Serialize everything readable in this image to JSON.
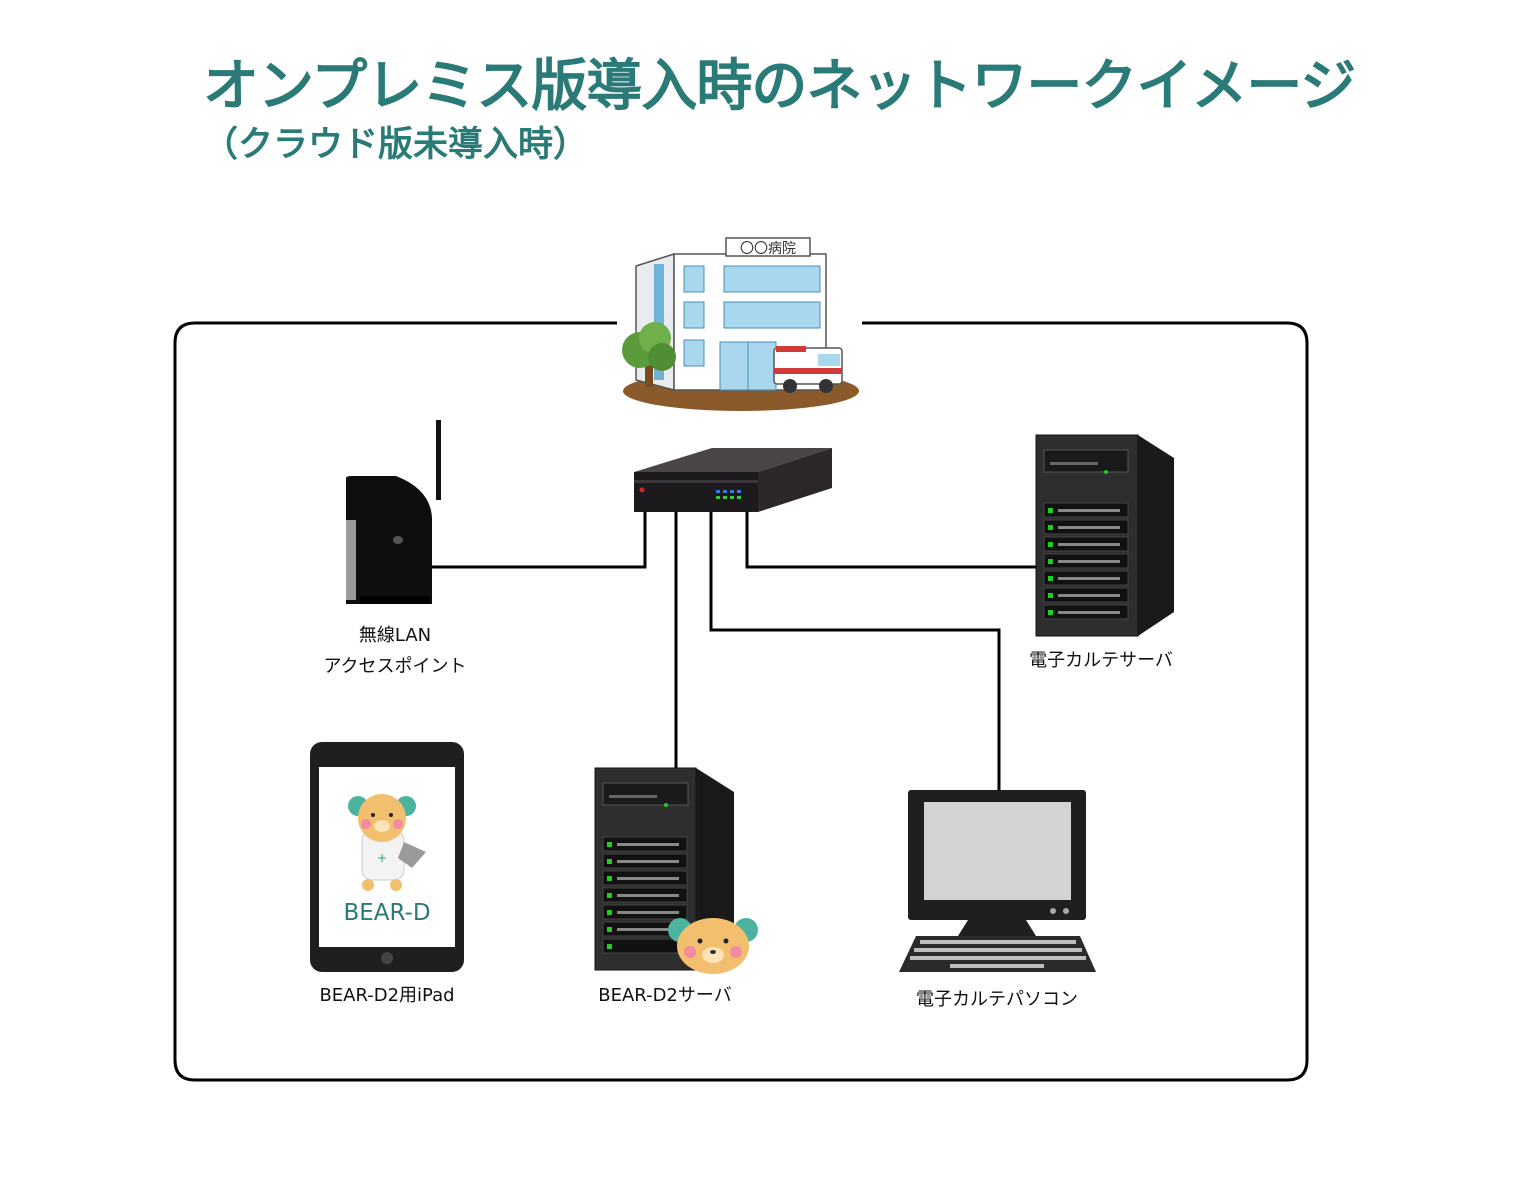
{
  "title": "オンプレミス版導入時のネットワークイメージ",
  "subtitle": "（クラウド版未導入時）",
  "hospital_sign": "〇〇病院",
  "nodes": {
    "wlan_line1": "無線LAN",
    "wlan_line2": "アクセスポイント",
    "emr_server": "電子カルテサーバ",
    "ipad": "BEAR-D2用iPad",
    "bear_server": "BEAR-D2サーバ",
    "emr_pc": "電子カルテパソコン"
  },
  "ipad_logo": "BEAR-D",
  "colors": {
    "title": "#2a7a78",
    "logo": "#2a7a78",
    "led": "#22cc22"
  }
}
